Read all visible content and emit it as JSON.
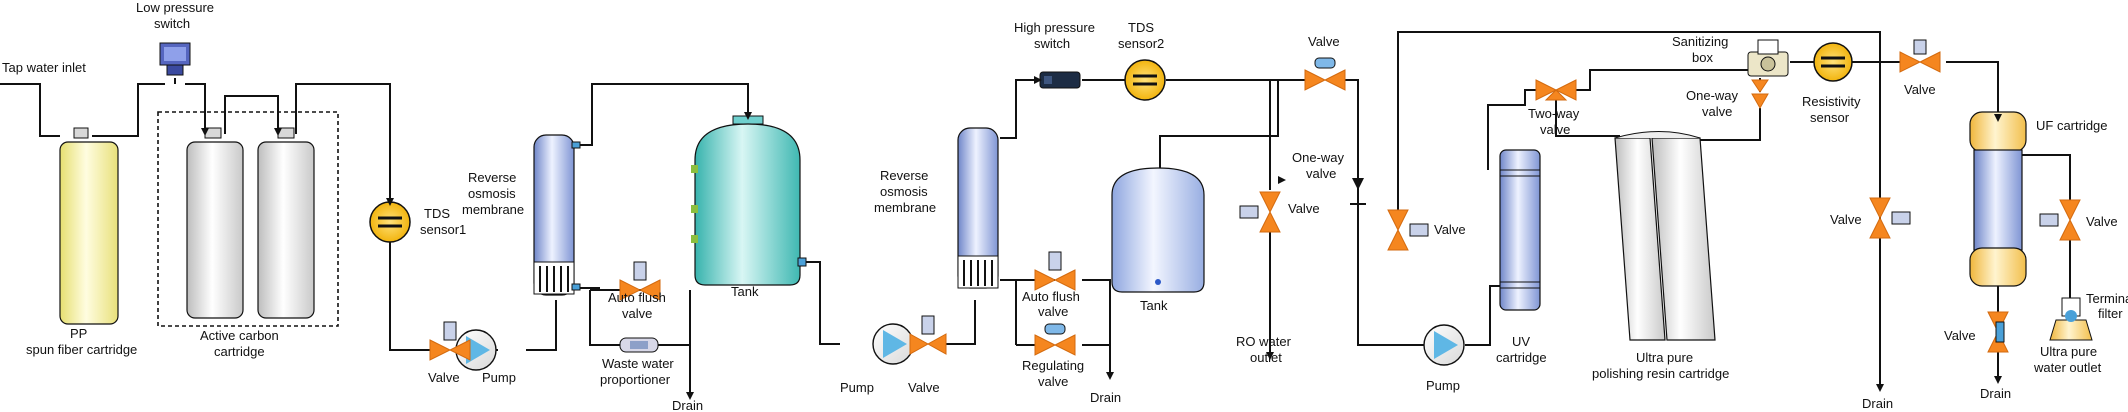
{
  "diagram": {
    "labels": {
      "tap_water_inlet": "Tap water inlet",
      "low_pressure_switch_1": "Low pressure",
      "low_pressure_switch_2": "switch",
      "pp_1": "PP",
      "pp_2": "spun fiber cartridge",
      "active_carbon_1": "Active carbon",
      "active_carbon_2": "cartridge",
      "tds1_1": "TDS",
      "tds1_2": "sensor1",
      "ro1_1": "Reverse",
      "ro1_2": "osmosis",
      "ro1_3": "membrane",
      "valve1": "Valve",
      "pump1": "Pump",
      "auto_flush1_1": "Auto flush",
      "auto_flush1_2": "valve",
      "waste_water_1": "Waste water",
      "waste_water_2": "proportioner",
      "drain1": "Drain",
      "tank1": "Tank",
      "pump2": "Pump",
      "valve2": "Valve",
      "ro2_1": "Reverse",
      "ro2_2": "osmosis",
      "ro2_3": "membrane",
      "hp_switch_1": "High pressure",
      "hp_switch_2": "switch",
      "tds2_1": "TDS",
      "tds2_2": "sensor2",
      "auto_flush2_1": "Auto flush",
      "auto_flush2_2": "valve",
      "regulating_1": "Regulating",
      "regulating_2": "valve",
      "drain2": "Drain",
      "tank2": "Tank",
      "valve3": "Valve",
      "valve4": "Valve",
      "ro_outlet_1": "RO water",
      "ro_outlet_2": "outlet",
      "oneway1_1": "One-way",
      "oneway1_2": "valve",
      "valve5": "Valve",
      "pump3": "Pump",
      "uv_1": "UV",
      "uv_2": "cartridge",
      "twoway_1": "Two-way",
      "twoway_2": "valve",
      "polish_1": "Ultra pure",
      "polish_2": "polishing resin cartridge",
      "sanitizing_1": "Sanitizing",
      "sanitizing_2": "box",
      "oneway2_1": "One-way",
      "oneway2_2": "valve",
      "resistivity_1": "Resistivity",
      "resistivity_2": "sensor",
      "valve6": "Valve",
      "valve7": "Valve",
      "drain3": "Drain",
      "uf": "UF cartridge",
      "valve8": "Valve",
      "valve9": "Valve",
      "drain4": "Drain",
      "terminal_1": "Terminal",
      "terminal_2": "filter",
      "outlet_1": "Ultra pure",
      "outlet_2": "water outlet"
    }
  },
  "colors": {
    "valve": "#f5861f",
    "sensor": "#f7c21a",
    "pump_blue": "#7ec8e8",
    "tank_teal": "#5fc8c4",
    "cartridge_gray": "#e9e9e9",
    "pp_yellow": "#f7f3a2",
    "uf_yellow": "#f7d46b",
    "membrane_blue": "#8fa7dd"
  }
}
